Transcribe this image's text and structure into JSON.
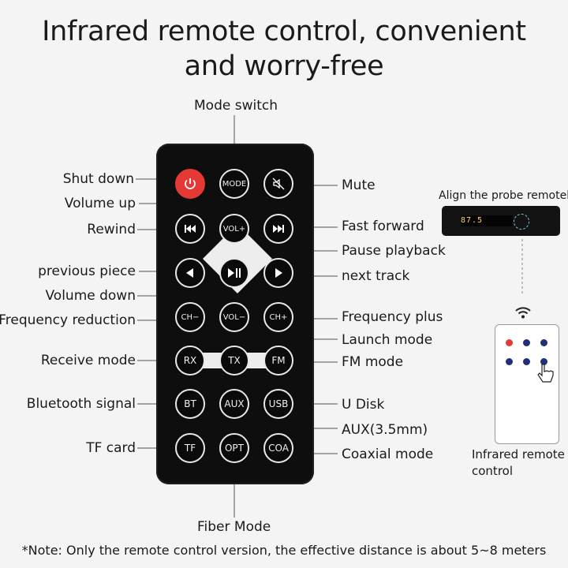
{
  "headline": {
    "line1": "Infrared remote control, convenient",
    "line2": "and worry-free"
  },
  "remote_buttons": {
    "power": "",
    "mode": "MODE",
    "mute": "",
    "rewind": "",
    "vol_up": "VOL+",
    "fast_forward": "",
    "previous": "",
    "pause_play": "",
    "next": "",
    "ch_minus": "CH−",
    "vol_down": "VOL−",
    "ch_plus": "CH+",
    "rx": "RX",
    "tx": "TX",
    "fm": "FM",
    "bt": "BT",
    "aux": "AUX",
    "usb": "USB",
    "tf": "TF",
    "opt": "OPT",
    "coa": "COA"
  },
  "labels": {
    "mode_switch": "Mode switch",
    "shut_down": "Shut down",
    "volume_up": "Volume up",
    "rewind": "Rewind",
    "previous_piece": "previous piece",
    "volume_down": "Volume down",
    "frequency_reduction": "Frequency reduction",
    "receive_mode": "Receive mode",
    "bluetooth_signal": "Bluetooth signal",
    "tf_card": "TF card",
    "fiber_mode": "Fiber Mode",
    "mute": "Mute",
    "fast_forward": "Fast forward",
    "pause_playback": "Pause playback",
    "next_track": "next track",
    "frequency_plus": "Frequency plus",
    "launch_mode": "Launch mode",
    "fm_mode": "FM mode",
    "u_disk": "U Disk",
    "aux": "AUX(3.5mm)",
    "coaxial_mode": "Coaxial mode"
  },
  "side": {
    "probe_caption": "Align the probe remotely",
    "device_display": "87.5",
    "ir_caption_line1": "Infrared remote",
    "ir_caption_line2": "control"
  },
  "note": "*Note: Only the remote control version, the effective distance is about 5~8 meters",
  "colors": {
    "power_red": "#e53935",
    "remote_body": "#0e0e0e",
    "ir_dot_red": "#e53935",
    "ir_dot_blue": "#1f2f7a"
  }
}
